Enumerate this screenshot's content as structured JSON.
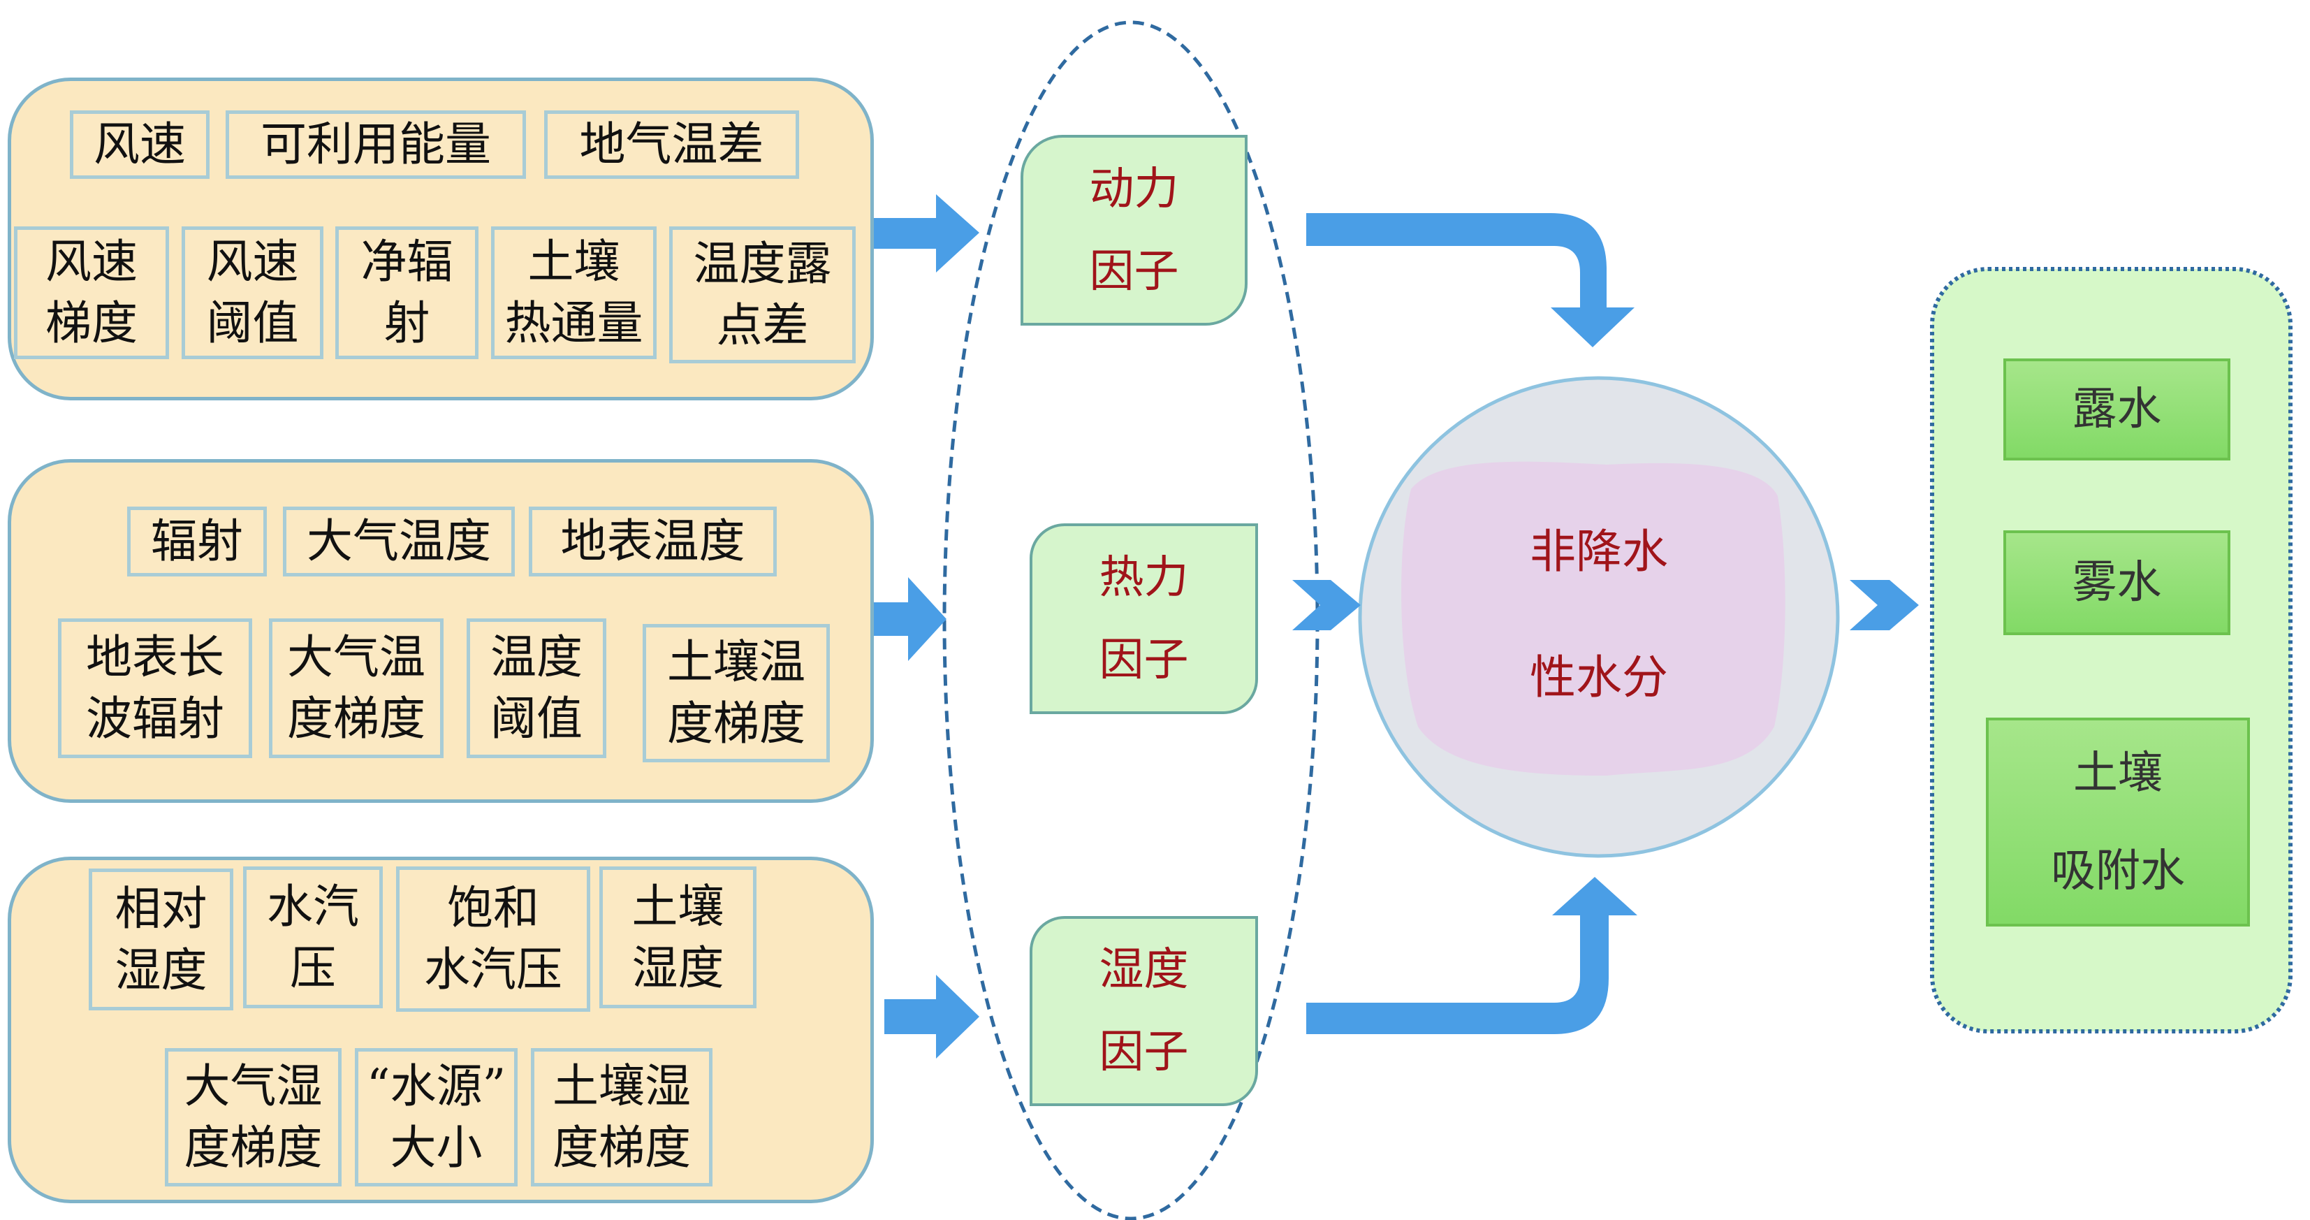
{
  "groups": [
    {
      "top_items": [
        "风速",
        "可利用能量",
        "地气温差"
      ],
      "bottom_items": [
        "风速\n梯度",
        "风速\n阈值",
        "净辐\n射",
        "土壤\n热通量",
        "温度露\n点差"
      ]
    },
    {
      "top_items": [
        "辐射",
        "大气温度",
        "地表温度"
      ],
      "bottom_items": [
        "地表长\n波辐射",
        "大气温\n度梯度",
        "温度\n阈值",
        "土壤温\n度梯度"
      ]
    },
    {
      "top_items": [
        "相对\n湿度",
        "水汽\n压",
        "饱和\n水汽压",
        "土壤\n湿度"
      ],
      "bottom_items": [
        "大气湿\n度梯度",
        "“水源”\n大小",
        "土壤湿\n度梯度"
      ]
    }
  ],
  "factors": [
    "动力\n因子",
    "热力\n因子",
    "湿度\n因子"
  ],
  "center": {
    "label": "非降水\n\n性水分"
  },
  "outputs": [
    "露水",
    "雾水",
    "土壤\n吸附水"
  ],
  "colors": {
    "arrow": "#4a9ee6",
    "group_fill": "#fbe8c0",
    "factor_fill": "#d6f5cc",
    "factor_text": "#a0141a",
    "output_panel": "#d6f8c8",
    "output_box": "#8ade6c"
  }
}
